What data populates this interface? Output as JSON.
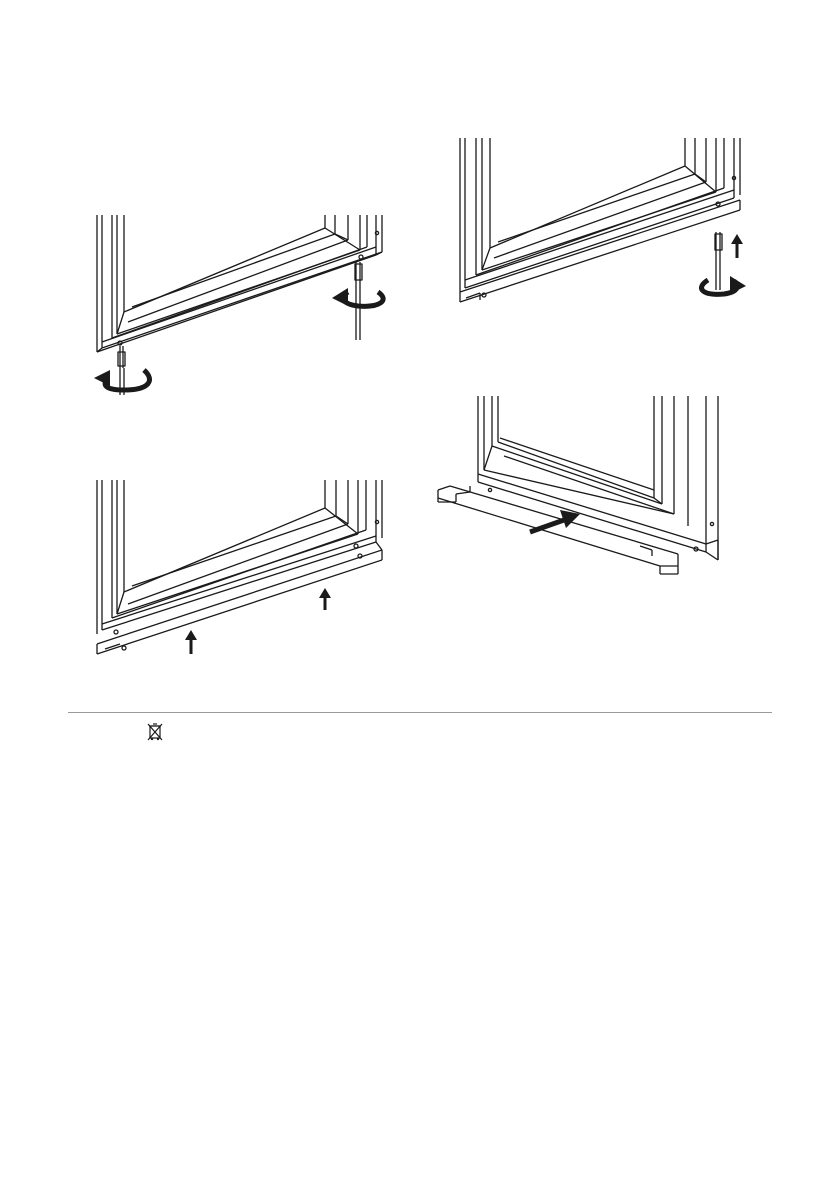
{
  "document": {
    "page_color": "#ffffff",
    "line_color": "#1a1a1a",
    "rule_color": "#9a9a9a",
    "illustrations": [
      {
        "id": "step-1",
        "action": "unscrew-and-turn-left",
        "icons": [
          "screwdriver-icon",
          "rotate-arrow-icon"
        ]
      },
      {
        "id": "step-2",
        "action": "unscrew-and-turn-right-then-lift",
        "icons": [
          "screwdriver-icon",
          "rotate-arrow-icon",
          "up-arrow-icon"
        ]
      },
      {
        "id": "step-3",
        "action": "lift-bottom-rail",
        "icons": [
          "up-arrow-icon"
        ]
      },
      {
        "id": "step-4",
        "action": "slide-in-bottom-rail",
        "icons": [
          "push-arrow-icon"
        ]
      }
    ],
    "footer": {
      "icon": "weee-crossed-bin-icon"
    }
  }
}
